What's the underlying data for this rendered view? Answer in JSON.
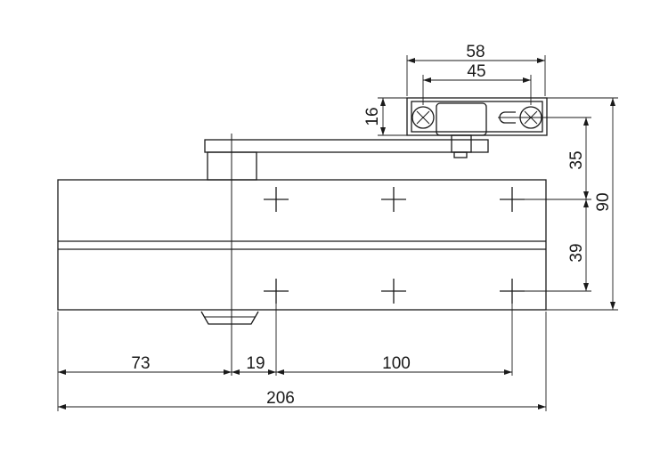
{
  "diagram": {
    "kind": "door closer mounting template",
    "dimensions": {
      "bracket_outer_width": "58",
      "bracket_hole_spacing": "45",
      "bracket_height": "16",
      "upper_hole_offset": "35",
      "total_height": "90",
      "lower_hole_offset": "39",
      "left_to_axis": "73",
      "axis_to_first_hole": "19",
      "hole_spacing": "100",
      "total_length": "206"
    }
  }
}
